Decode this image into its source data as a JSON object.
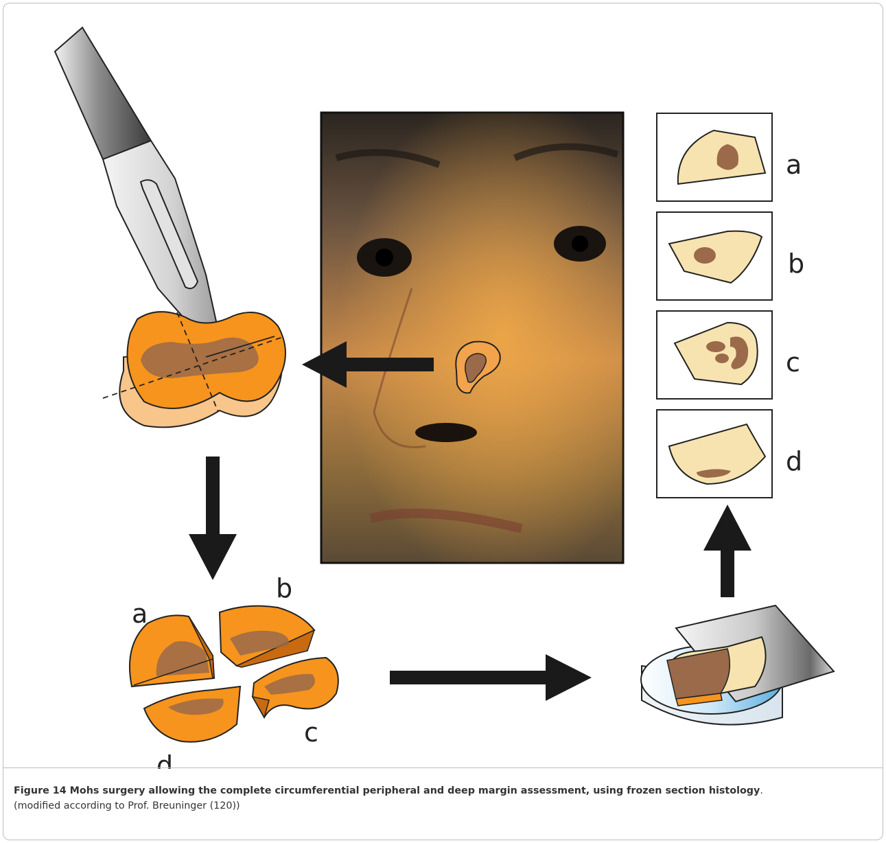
{
  "labels": {
    "pieces": [
      "a",
      "b",
      "c",
      "d"
    ],
    "sections": [
      "a",
      "b",
      "c",
      "d"
    ]
  },
  "caption": {
    "title": "Figure 14 Mohs surgery allowing the complete circumferential peripheral and deep margin assessment, using frozen section histology",
    "title_end": ".",
    "sub": "(modified according to Prof. Breuninger (120))"
  },
  "colors": {
    "tissue": "#f7941d",
    "tumor": "#9a6a4a",
    "section_bg": "#f7e3b0",
    "arrow": "#1a1a1a",
    "blade": "#c8c8c8",
    "cryostat": "#9fd2f0"
  }
}
